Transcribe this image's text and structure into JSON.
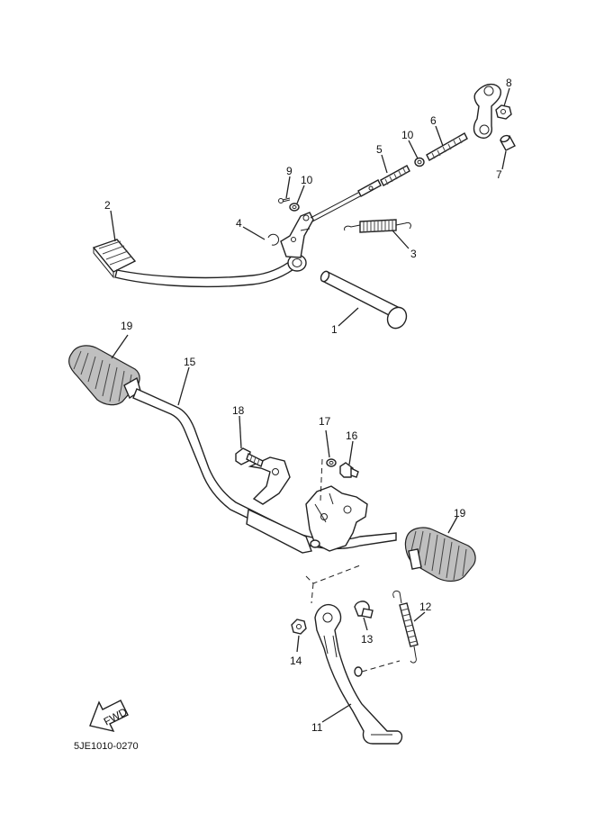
{
  "diagram": {
    "code": "5JE1010-0270",
    "fwd_label": "FWD",
    "callouts": {
      "n1": "1",
      "n2": "2",
      "n3": "3",
      "n4": "4",
      "n5": "5",
      "n6": "6",
      "n7": "7",
      "n8": "8",
      "n9": "9",
      "n10a": "10",
      "n10b": "10",
      "n11": "11",
      "n12": "12",
      "n13": "13",
      "n14": "14",
      "n15": "15",
      "n16": "16",
      "n17": "17",
      "n18": "18",
      "n19a": "19",
      "n19b": "19"
    }
  }
}
